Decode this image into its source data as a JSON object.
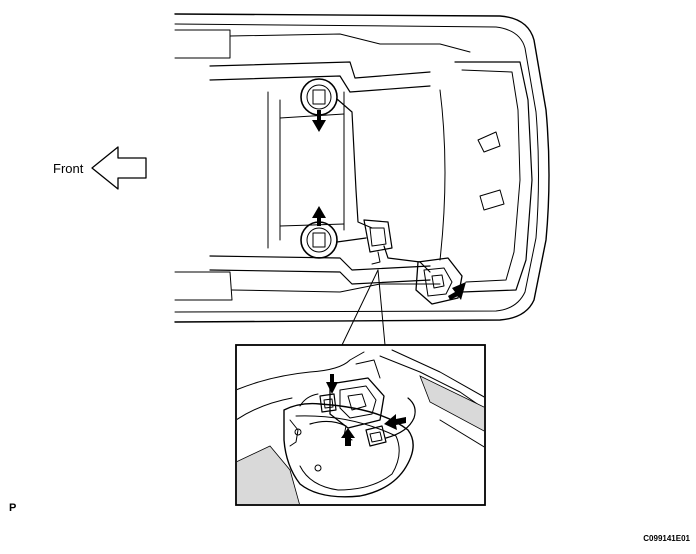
{
  "labels": {
    "front": "Front",
    "page_marker": "P",
    "figure_code": "C099141E01"
  },
  "colors": {
    "line": "#000000",
    "background": "#ffffff",
    "shading": "#d9d9d9"
  },
  "icons": {
    "front_direction": "left-arrow-outline",
    "callout_arrows": "solid-arrow"
  }
}
